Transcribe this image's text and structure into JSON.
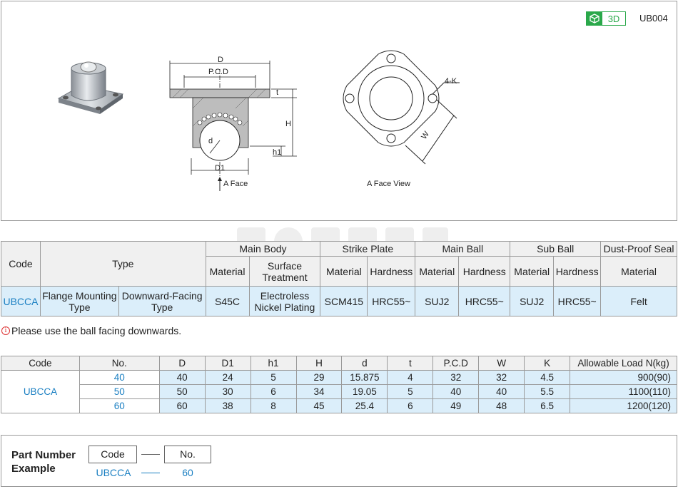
{
  "badge": {
    "label": "3D"
  },
  "model_code": "UB004",
  "drawing": {
    "dims": {
      "D": "D",
      "pcd": "P.C.D",
      "t": "t",
      "H": "H",
      "h1": "h1",
      "d": "d",
      "D1": "D1",
      "k": "4-K",
      "w": "W"
    },
    "face_label": "A Face",
    "face_view_label": "A Face View"
  },
  "spec_table": {
    "headers": {
      "code": "Code",
      "type": "Type",
      "main_body": "Main Body",
      "strike_plate": "Strike Plate",
      "main_ball": "Main Ball",
      "sub_ball": "Sub Ball",
      "seal": "Dust-Proof Seal",
      "material": "Material",
      "surface": "Surface Treatment",
      "hardness": "Hardness"
    },
    "row": {
      "code": "UBCCA",
      "type1": "Flange Mounting Type",
      "type2": "Downward-Facing Type",
      "body_material": "S45C",
      "body_surface": "Electroless Nickel Plating",
      "plate_material": "SCM415",
      "plate_hardness": "HRC55~",
      "ball_material": "SUJ2",
      "ball_hardness": "HRC55~",
      "sub_material": "SUJ2",
      "sub_hardness": "HRC55~",
      "seal_material": "Felt"
    }
  },
  "note": "Please use the ball facing downwards.",
  "dim_table": {
    "headers": [
      "Code",
      "No.",
      "D",
      "D1",
      "h1",
      "H",
      "d",
      "t",
      "P.C.D",
      "W",
      "K",
      "Allowable Load N(kg)"
    ],
    "code": "UBCCA",
    "rows": [
      [
        "40",
        "40",
        "24",
        "5",
        "29",
        "15.875",
        "4",
        "32",
        "32",
        "4.5",
        "900(90)"
      ],
      [
        "50",
        "50",
        "30",
        "6",
        "34",
        "19.05",
        "5",
        "40",
        "40",
        "5.5",
        "1100(110)"
      ],
      [
        "60",
        "60",
        "38",
        "8",
        "45",
        "25.4",
        "6",
        "49",
        "48",
        "6.5",
        "1200(120)"
      ]
    ]
  },
  "part_number": {
    "title": "Part Number Example",
    "code_label": "Code",
    "no_label": "No.",
    "code_value": "UBCCA",
    "no_value": "60"
  },
  "colors": {
    "accent": "#1a7fc2",
    "header_bg": "#f0f0f0",
    "highlight": "#dbeefa",
    "badge": "#2aa84a"
  }
}
